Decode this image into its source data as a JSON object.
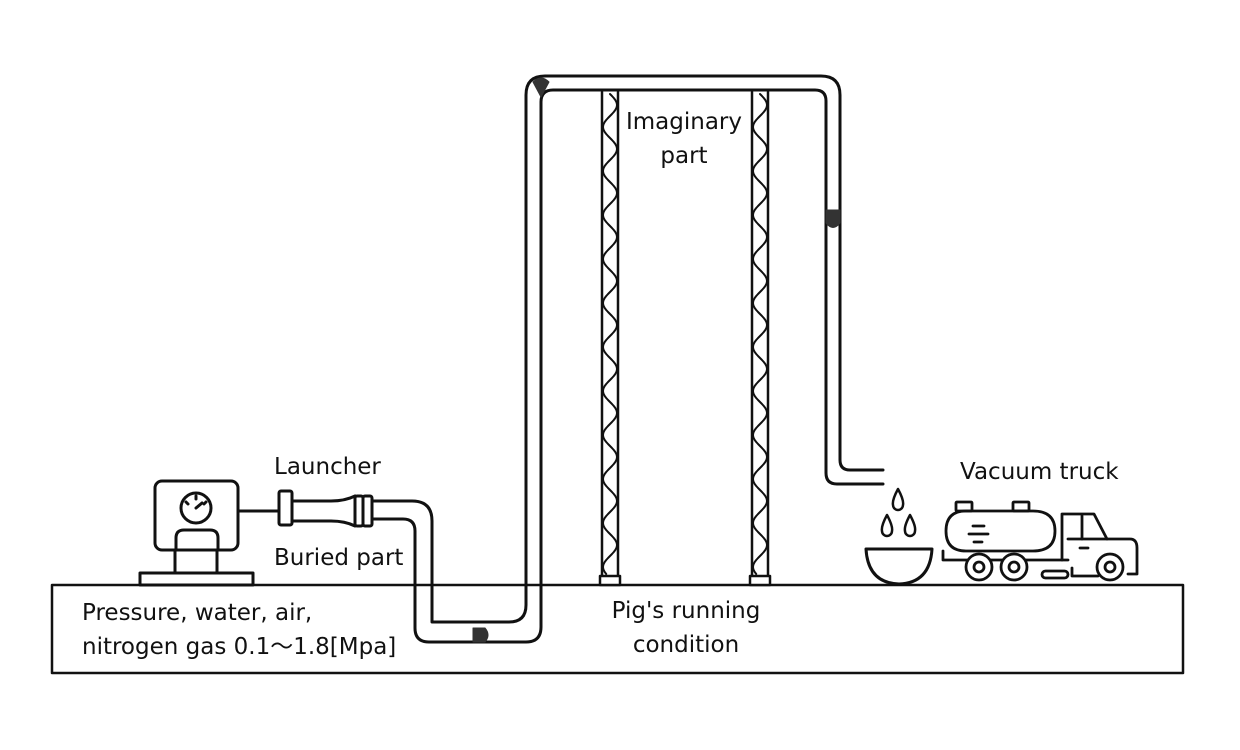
{
  "labels": {
    "launcher": "Launcher",
    "buried_part": "Buried part",
    "imaginary_part_line1": "Imaginary",
    "imaginary_part_line2": "part",
    "vacuum_truck": "Vacuum truck",
    "pig_running_line1": "Pig's running",
    "pig_running_line2": "condition",
    "pressure_line1": "Pressure, water, air,",
    "pressure_line2": "nitrogen gas 0.1〜1.8[Mpa]"
  },
  "colors": {
    "stroke": "#111111",
    "pig": "#333333",
    "background": "#ffffff"
  },
  "icons": {
    "compressor": "compressor-icon",
    "launcher": "launcher-icon",
    "water_drops": "water-drops-icon",
    "bowl": "bowl-icon",
    "truck": "vacuum-truck-icon"
  }
}
